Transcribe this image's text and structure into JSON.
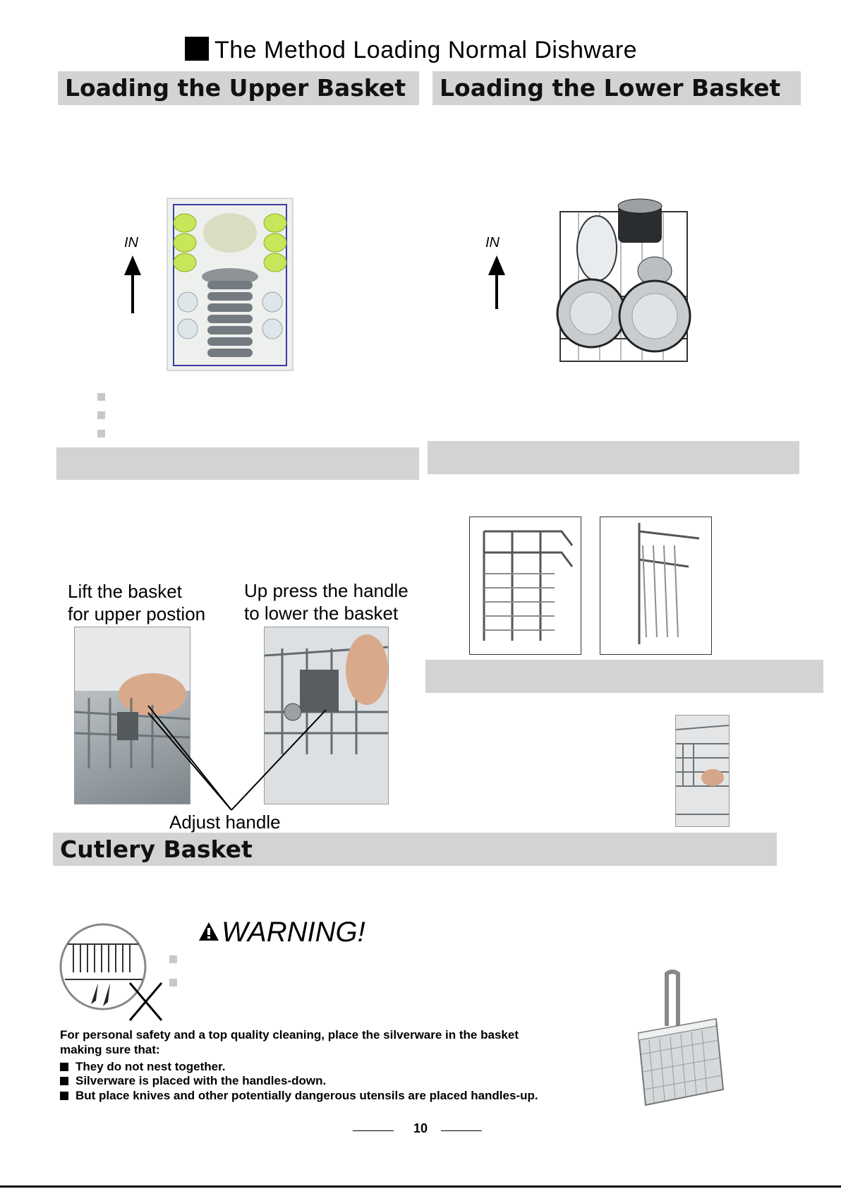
{
  "page_title": "The Method Loading Normal Dishware",
  "sections": {
    "upper_basket": {
      "heading": "Loading the Upper Basket",
      "direction_label": "IN"
    },
    "lower_basket": {
      "heading": "Loading the Lower Basket",
      "direction_label": "IN"
    },
    "adjusting": {
      "caption_lift_line1": "Lift the basket",
      "caption_lift_line2": "for upper postion",
      "caption_press_line1": "Up press the handle",
      "caption_press_line2": "to lower the basket",
      "callout": "Adjust handle"
    },
    "cutlery": {
      "heading": "Cutlery Basket",
      "warning_title": "WARNING!",
      "intro_line1": "For personal safety and a  top quality cleaning, place the silverware in the basket",
      "intro_line2": "making sure that:",
      "items": [
        "They do not nest together.",
        "Silverware is placed  with the handles-down.",
        "But place knives and other potentially  dangerous utensils are placed handles-up."
      ]
    }
  },
  "page_number": "10",
  "icons": [
    "up-arrow-icon",
    "warning-triangle-icon",
    "bullet-square-icon"
  ]
}
